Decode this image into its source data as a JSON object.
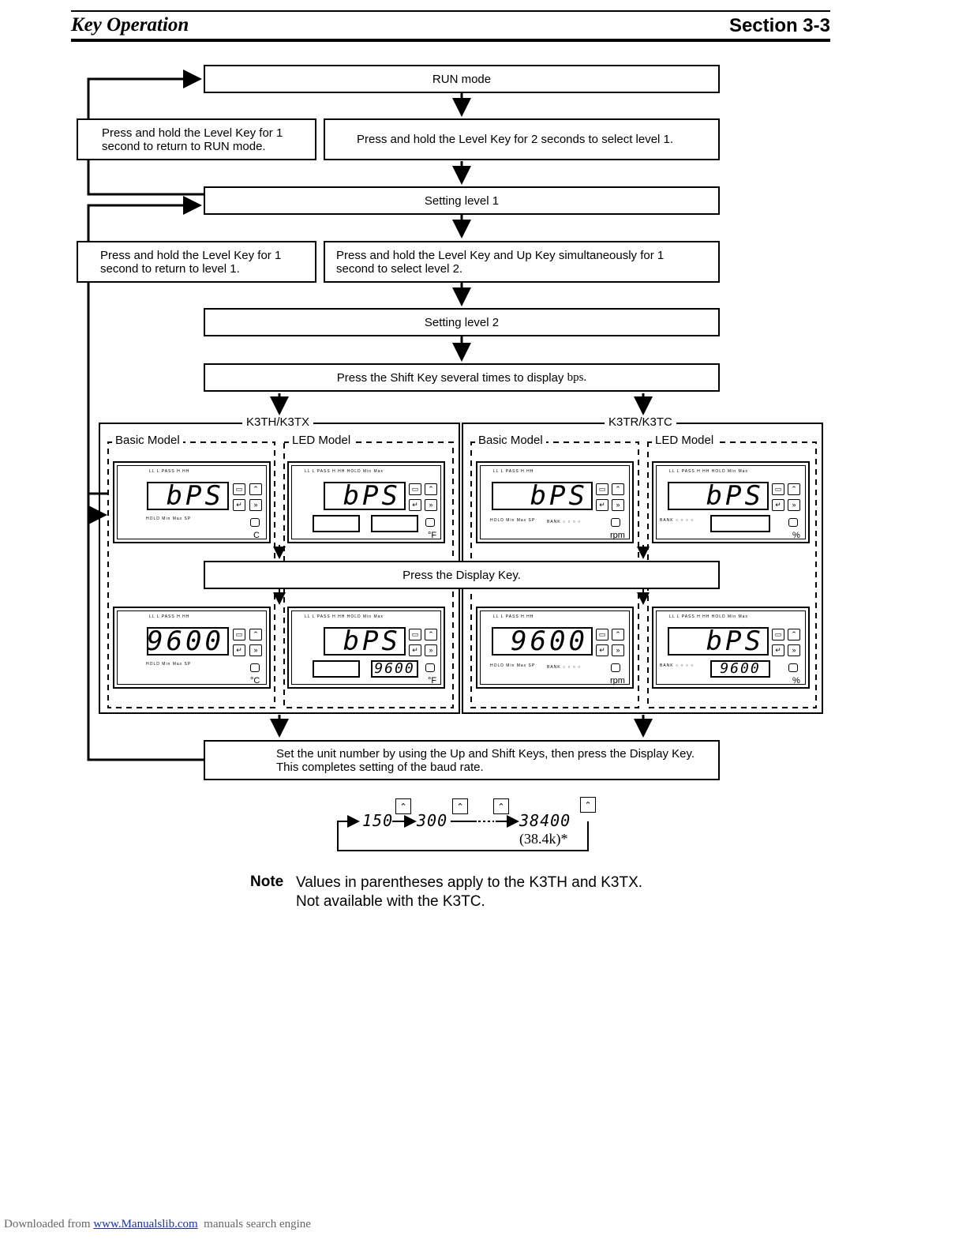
{
  "header": {
    "left": "Key Operation",
    "right": "Section 3-3"
  },
  "flow": {
    "run_mode": "RUN mode",
    "return_run": "Press and hold the Level Key for 1 second to return to RUN mode.",
    "to_level1": "Press and hold the Level Key for 2 seconds to select level 1.",
    "level1": "Setting level 1",
    "return_level1": "Press and hold the Level Key for 1 second to return to level 1.",
    "to_level2": "Press and hold the Level Key and Up Key simultaneously for 1 second to select level 2.",
    "level2": "Setting level 2",
    "shift_prefix": "Press the Shift Key several times to display ",
    "shift_code": "bps.",
    "display_key": "Press the Display Key.",
    "set_unit": "Set the unit number by using the Up and Shift Keys, then press the Display Key. This completes setting of the baud rate."
  },
  "groups": {
    "left": "K3TH/K3TX",
    "right": "K3TR/K3TC",
    "basic": "Basic Model",
    "led": "LED Model"
  },
  "meters": {
    "bps": "bPS",
    "baud": "9600",
    "units": {
      "c": "C",
      "c2": "°C",
      "f": "°F",
      "rpm": "rpm",
      "pct": "%"
    },
    "led_row": "LL  L   PASS   H  HH",
    "led_row_led": "LL  L  PASS  H  HH   HOLD Min Max",
    "bottom_row": "HOLD Min Max SP",
    "bank_row": "BANK ○ ○ ○ ○"
  },
  "sequence": {
    "v1": "150",
    "v2": "300",
    "v3": "38400",
    "paren": "(38.4k)*"
  },
  "note": {
    "label": "Note",
    "line1": "Values in parentheses apply to the K3TH and K3TX.",
    "line2": "Not available with the K3TC."
  },
  "footer": {
    "prefix": "Downloaded from ",
    "link": "www.Manualslib.com",
    "suffix": "  manuals search engine"
  }
}
